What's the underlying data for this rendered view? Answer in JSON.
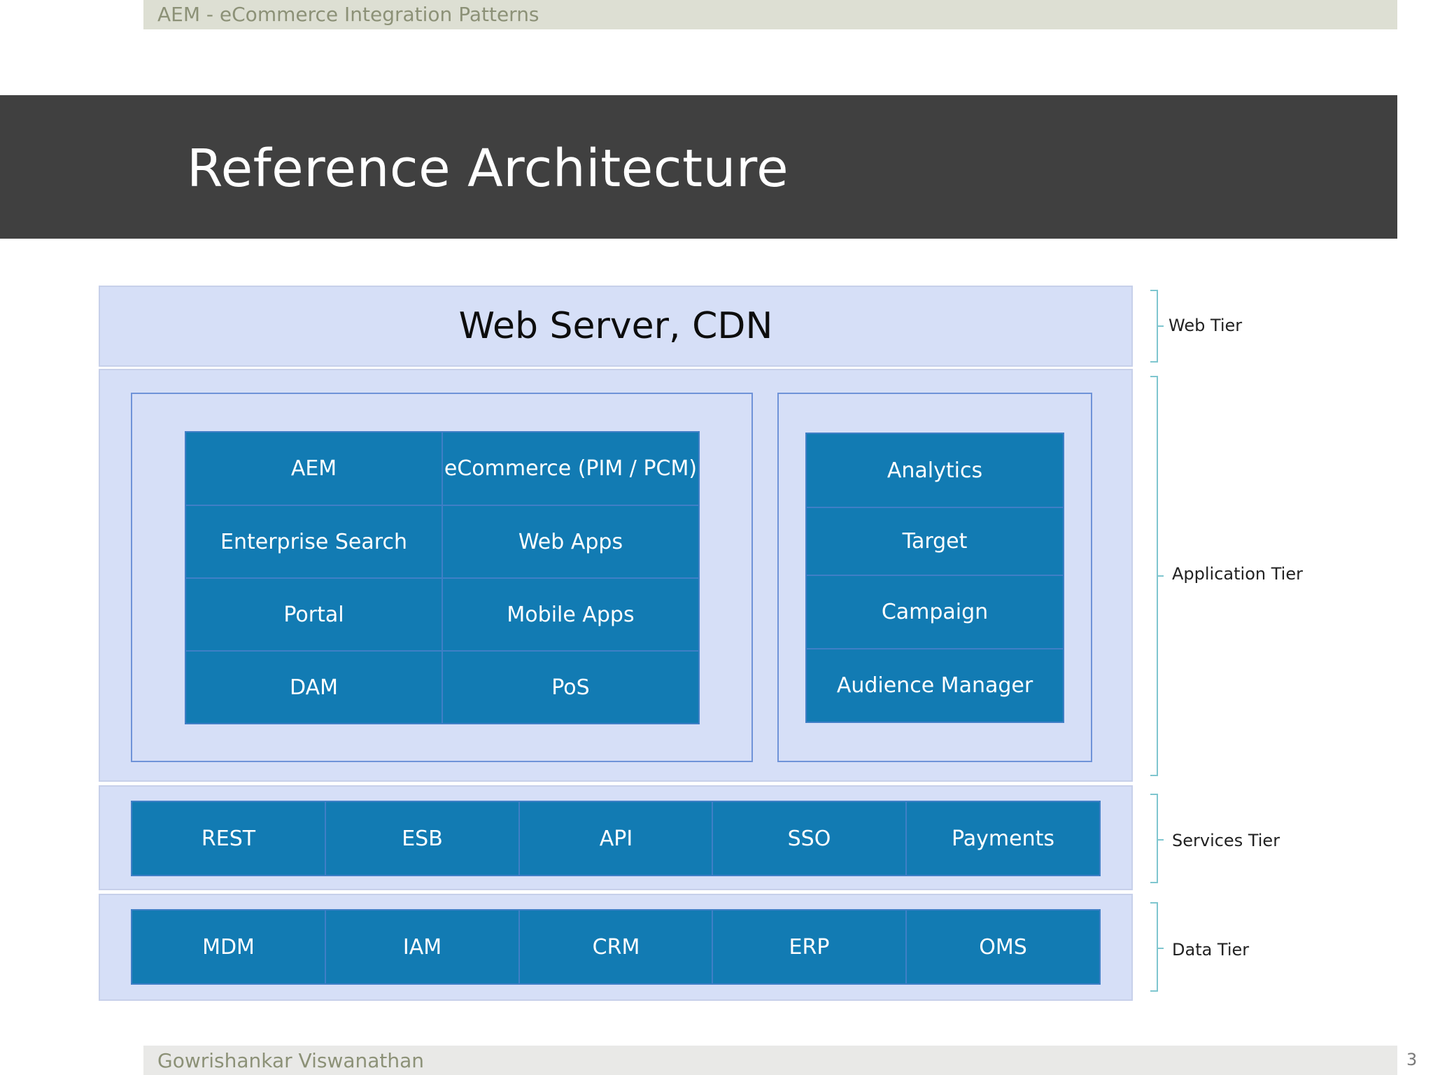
{
  "header": {
    "text": "AEM - eCommerce Integration Patterns"
  },
  "title": "Reference Architecture",
  "web_tier": {
    "title": "Web Server, CDN"
  },
  "app_tier": {
    "left_cells": [
      "AEM",
      "eCommerce (PIM / PCM)",
      "Enterprise Search",
      "Web Apps",
      "Portal",
      "Mobile Apps",
      "DAM",
      "PoS"
    ],
    "right_cells": [
      "Analytics",
      "Target",
      "Campaign",
      "Audience Manager"
    ]
  },
  "services_tier": {
    "cells": [
      "REST",
      "ESB",
      "API",
      "SSO",
      "Payments"
    ]
  },
  "data_tier": {
    "cells": [
      "MDM",
      "IAM",
      "CRM",
      "ERP",
      "OMS"
    ]
  },
  "tier_labels": {
    "web": "Web Tier",
    "application": "Application Tier",
    "services": "Services Tier",
    "data": "Data Tier"
  },
  "footer": {
    "author": "Gowrishankar Viswanathan",
    "page": "3"
  },
  "colors": {
    "cell_fill": "#127bb3",
    "tier_fill": "#d6dff7",
    "banner": "#404040",
    "brace": "#7fc6cf"
  }
}
